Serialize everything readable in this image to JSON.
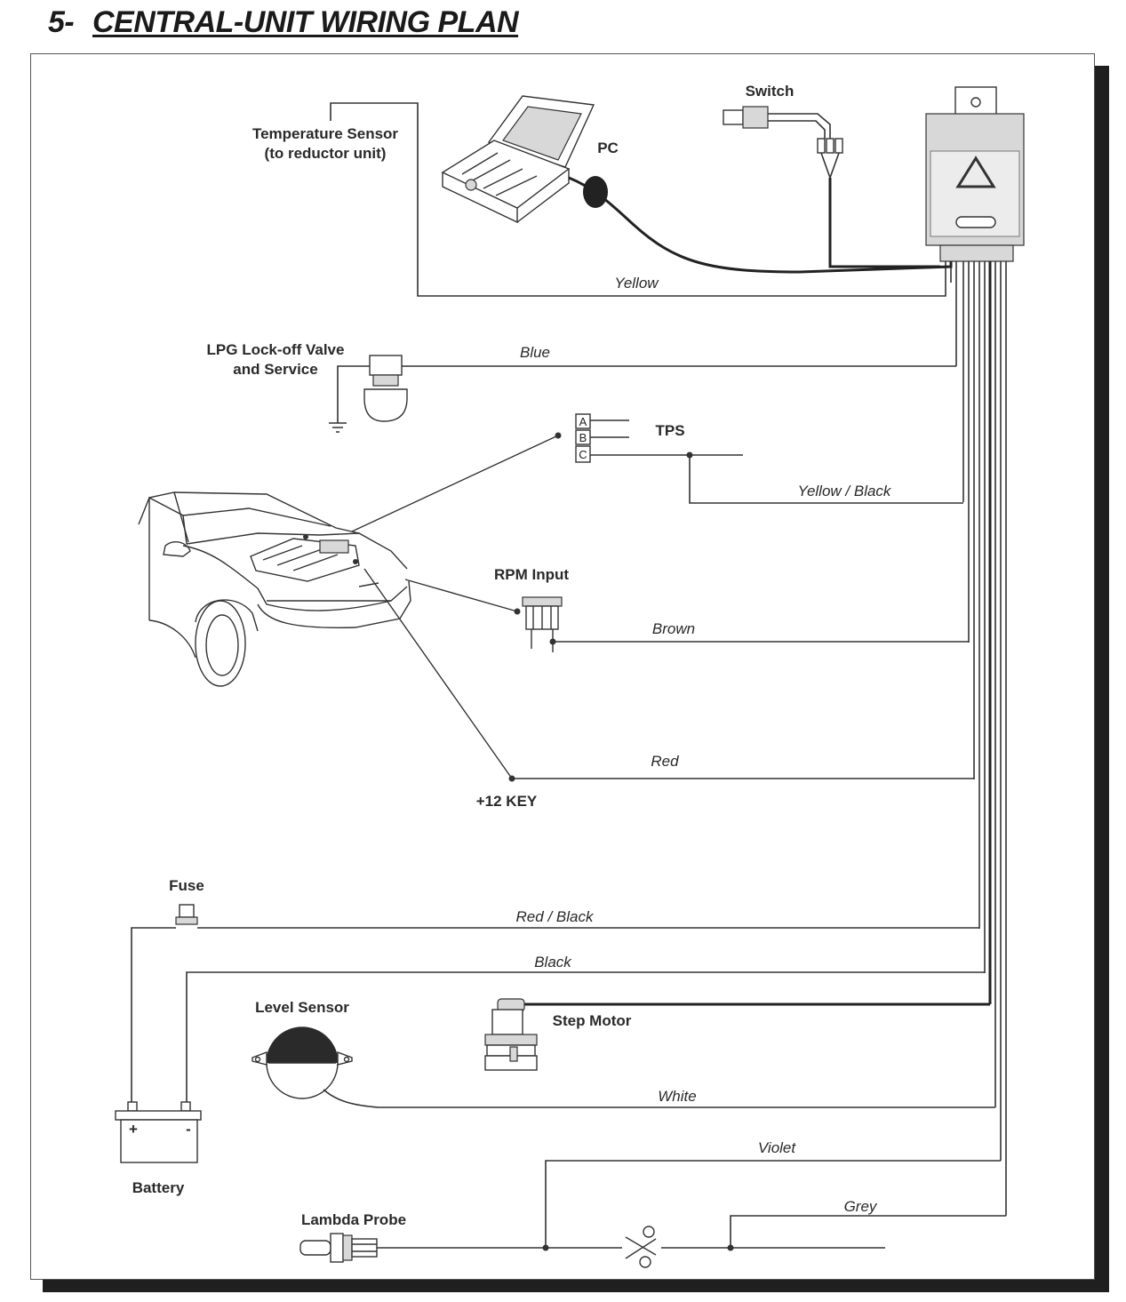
{
  "title": {
    "number": "5-",
    "text": "CENTRAL-UNIT WIRING PLAN"
  },
  "components": {
    "temperature_sensor": {
      "line1": "Temperature Sensor",
      "line2": "(to reductor unit)"
    },
    "pc": "PC",
    "switch": "Switch",
    "lpg_valve": {
      "line1": "LPG Lock-off Valve",
      "line2": "and Service"
    },
    "tps": "TPS",
    "tps_pins": [
      "A",
      "B",
      "C"
    ],
    "rpm_input": "RPM Input",
    "key": "+12 KEY",
    "fuse": "Fuse",
    "level_sensor": "Level Sensor",
    "step_motor": "Step Motor",
    "battery": "Battery",
    "battery_terminals": {
      "plus": "+",
      "minus": "-"
    },
    "lambda_probe": "Lambda Probe"
  },
  "wires": {
    "yellow": "Yellow",
    "blue": "Blue",
    "yellow_black": "Yellow / Black",
    "brown": "Brown",
    "red": "Red",
    "red_black": "Red / Black",
    "black": "Black",
    "white": "White",
    "violet": "Violet",
    "grey": "Grey"
  }
}
